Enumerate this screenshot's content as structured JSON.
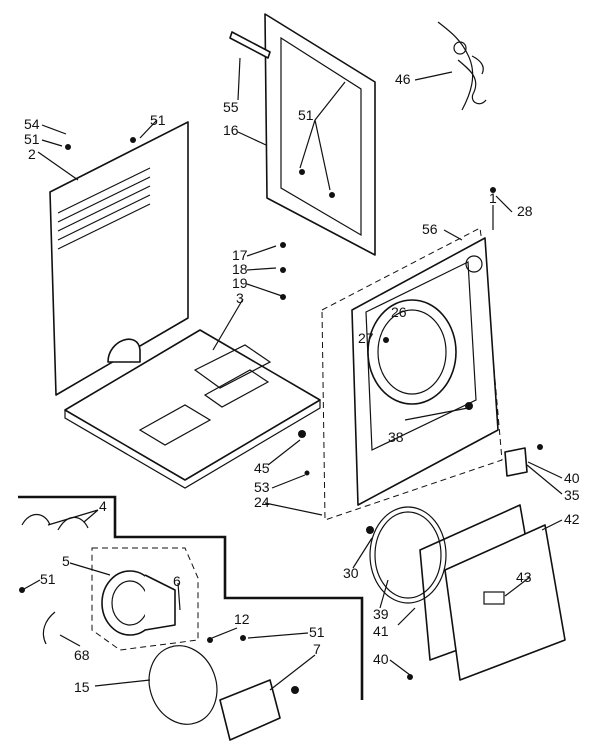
{
  "labels": [
    "54",
    "51",
    "2",
    "51",
    "55",
    "16",
    "51",
    "46",
    "28",
    "1",
    "56",
    "17",
    "18",
    "19",
    "3",
    "26",
    "27",
    "38",
    "45",
    "53",
    "24",
    "40",
    "35",
    "42",
    "4",
    "5",
    "51",
    "6",
    "30",
    "43",
    "39",
    "41",
    "12",
    "51",
    "7",
    "40",
    "68",
    "15"
  ]
}
